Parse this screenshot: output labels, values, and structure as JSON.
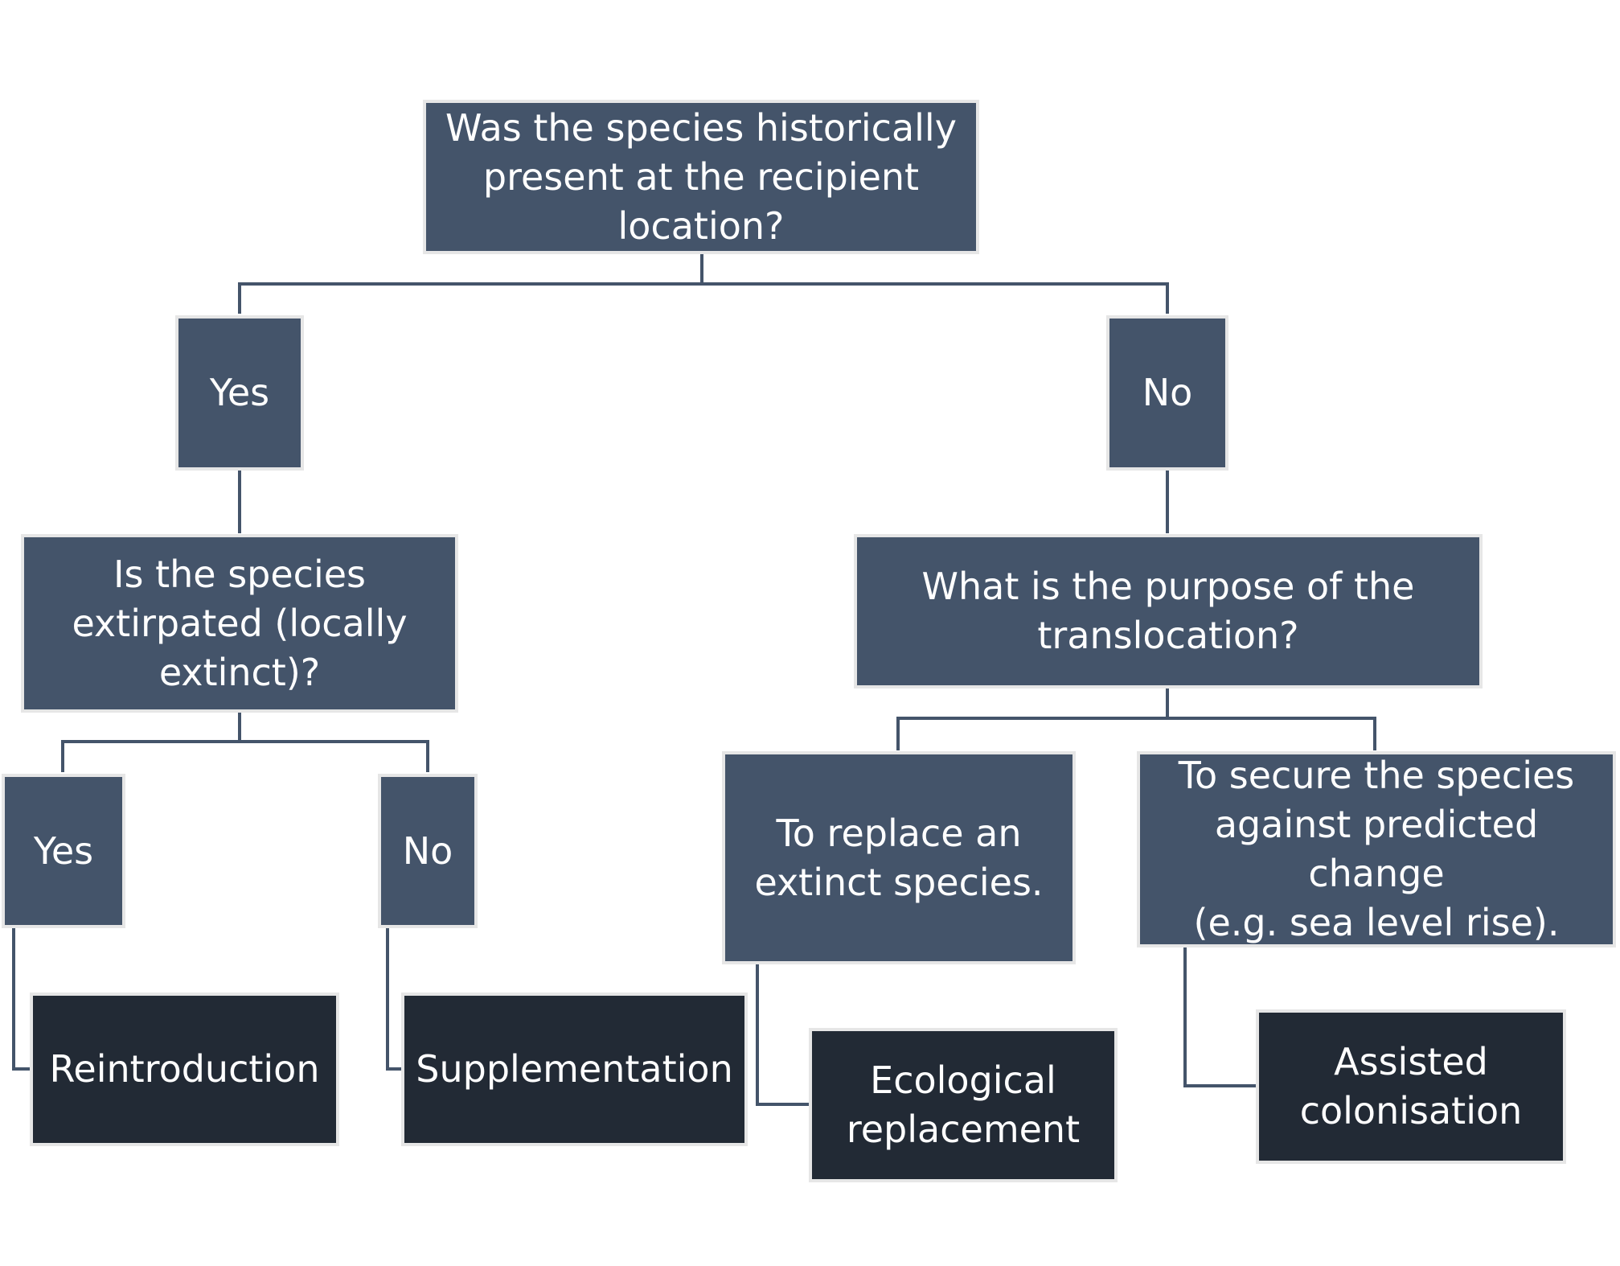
{
  "colors": {
    "question_box": "#44546a",
    "result_box": "#222a35",
    "box_border": "#e6e6e6",
    "connector": "#44546a",
    "text": "#ffffff"
  },
  "nodes": {
    "root_question": "Was the species historically\npresent at the recipient\nlocation?",
    "yes_top": "Yes",
    "no_top": "No",
    "extirpated_question": "Is the species\nextirpated (locally\nextinct)?",
    "purpose_question": "What is the purpose of the\ntranslocation?",
    "yes_extirpated": "Yes",
    "no_extirpated": "No",
    "replace_extinct": "To replace an\nextinct species.",
    "secure_species": "To secure the species\nagainst predicted change\n(e.g. sea level rise).",
    "reintroduction": "Reintroduction",
    "supplementation": "Supplementation",
    "ecological_replacement": "Ecological\nreplacement",
    "assisted_colonisation": "Assisted\ncolonisation"
  }
}
